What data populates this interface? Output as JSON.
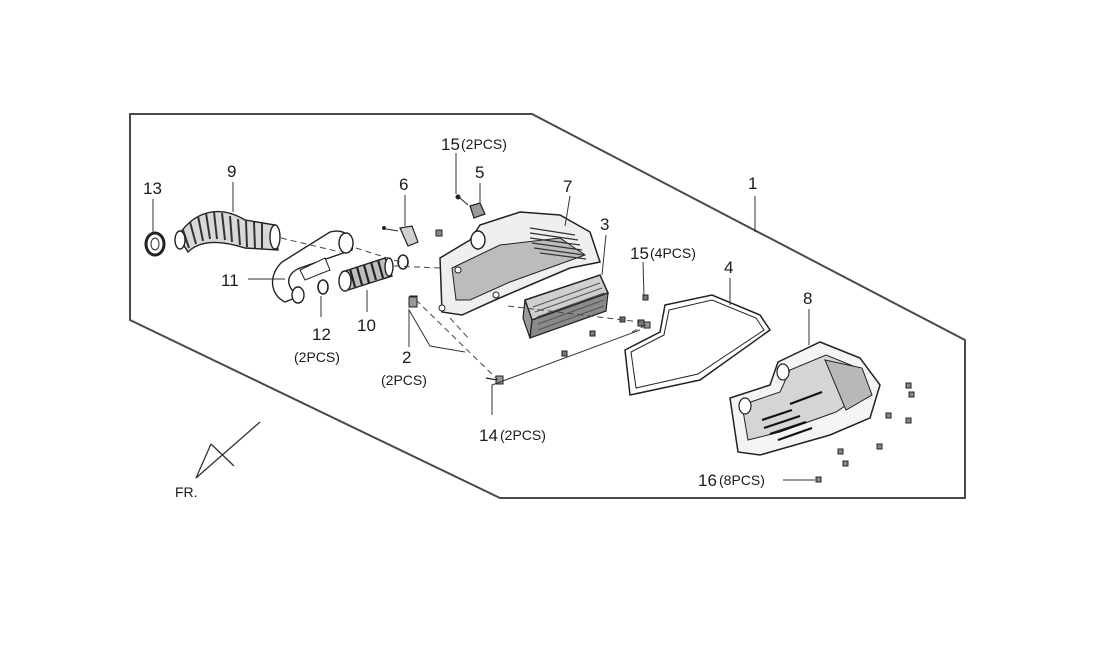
{
  "diagram": {
    "labels": {
      "p1": "1",
      "p2": "2",
      "p2_qty": "(2PCS)",
      "p3": "3",
      "p4": "4",
      "p5": "5",
      "p6": "6",
      "p7": "7",
      "p8": "8",
      "p9": "9",
      "p10": "10",
      "p11": "11",
      "p12": "12",
      "p12_qty": "(2PCS)",
      "p13": "13",
      "p14": "14",
      "p14_qty": "(2PCS)",
      "p15a": "15",
      "p15a_qty": "(2PCS)",
      "p15b": "15",
      "p15b_qty": "(4PCS)",
      "p16": "16",
      "p16_qty": "(8PCS)",
      "front": "FR."
    }
  }
}
